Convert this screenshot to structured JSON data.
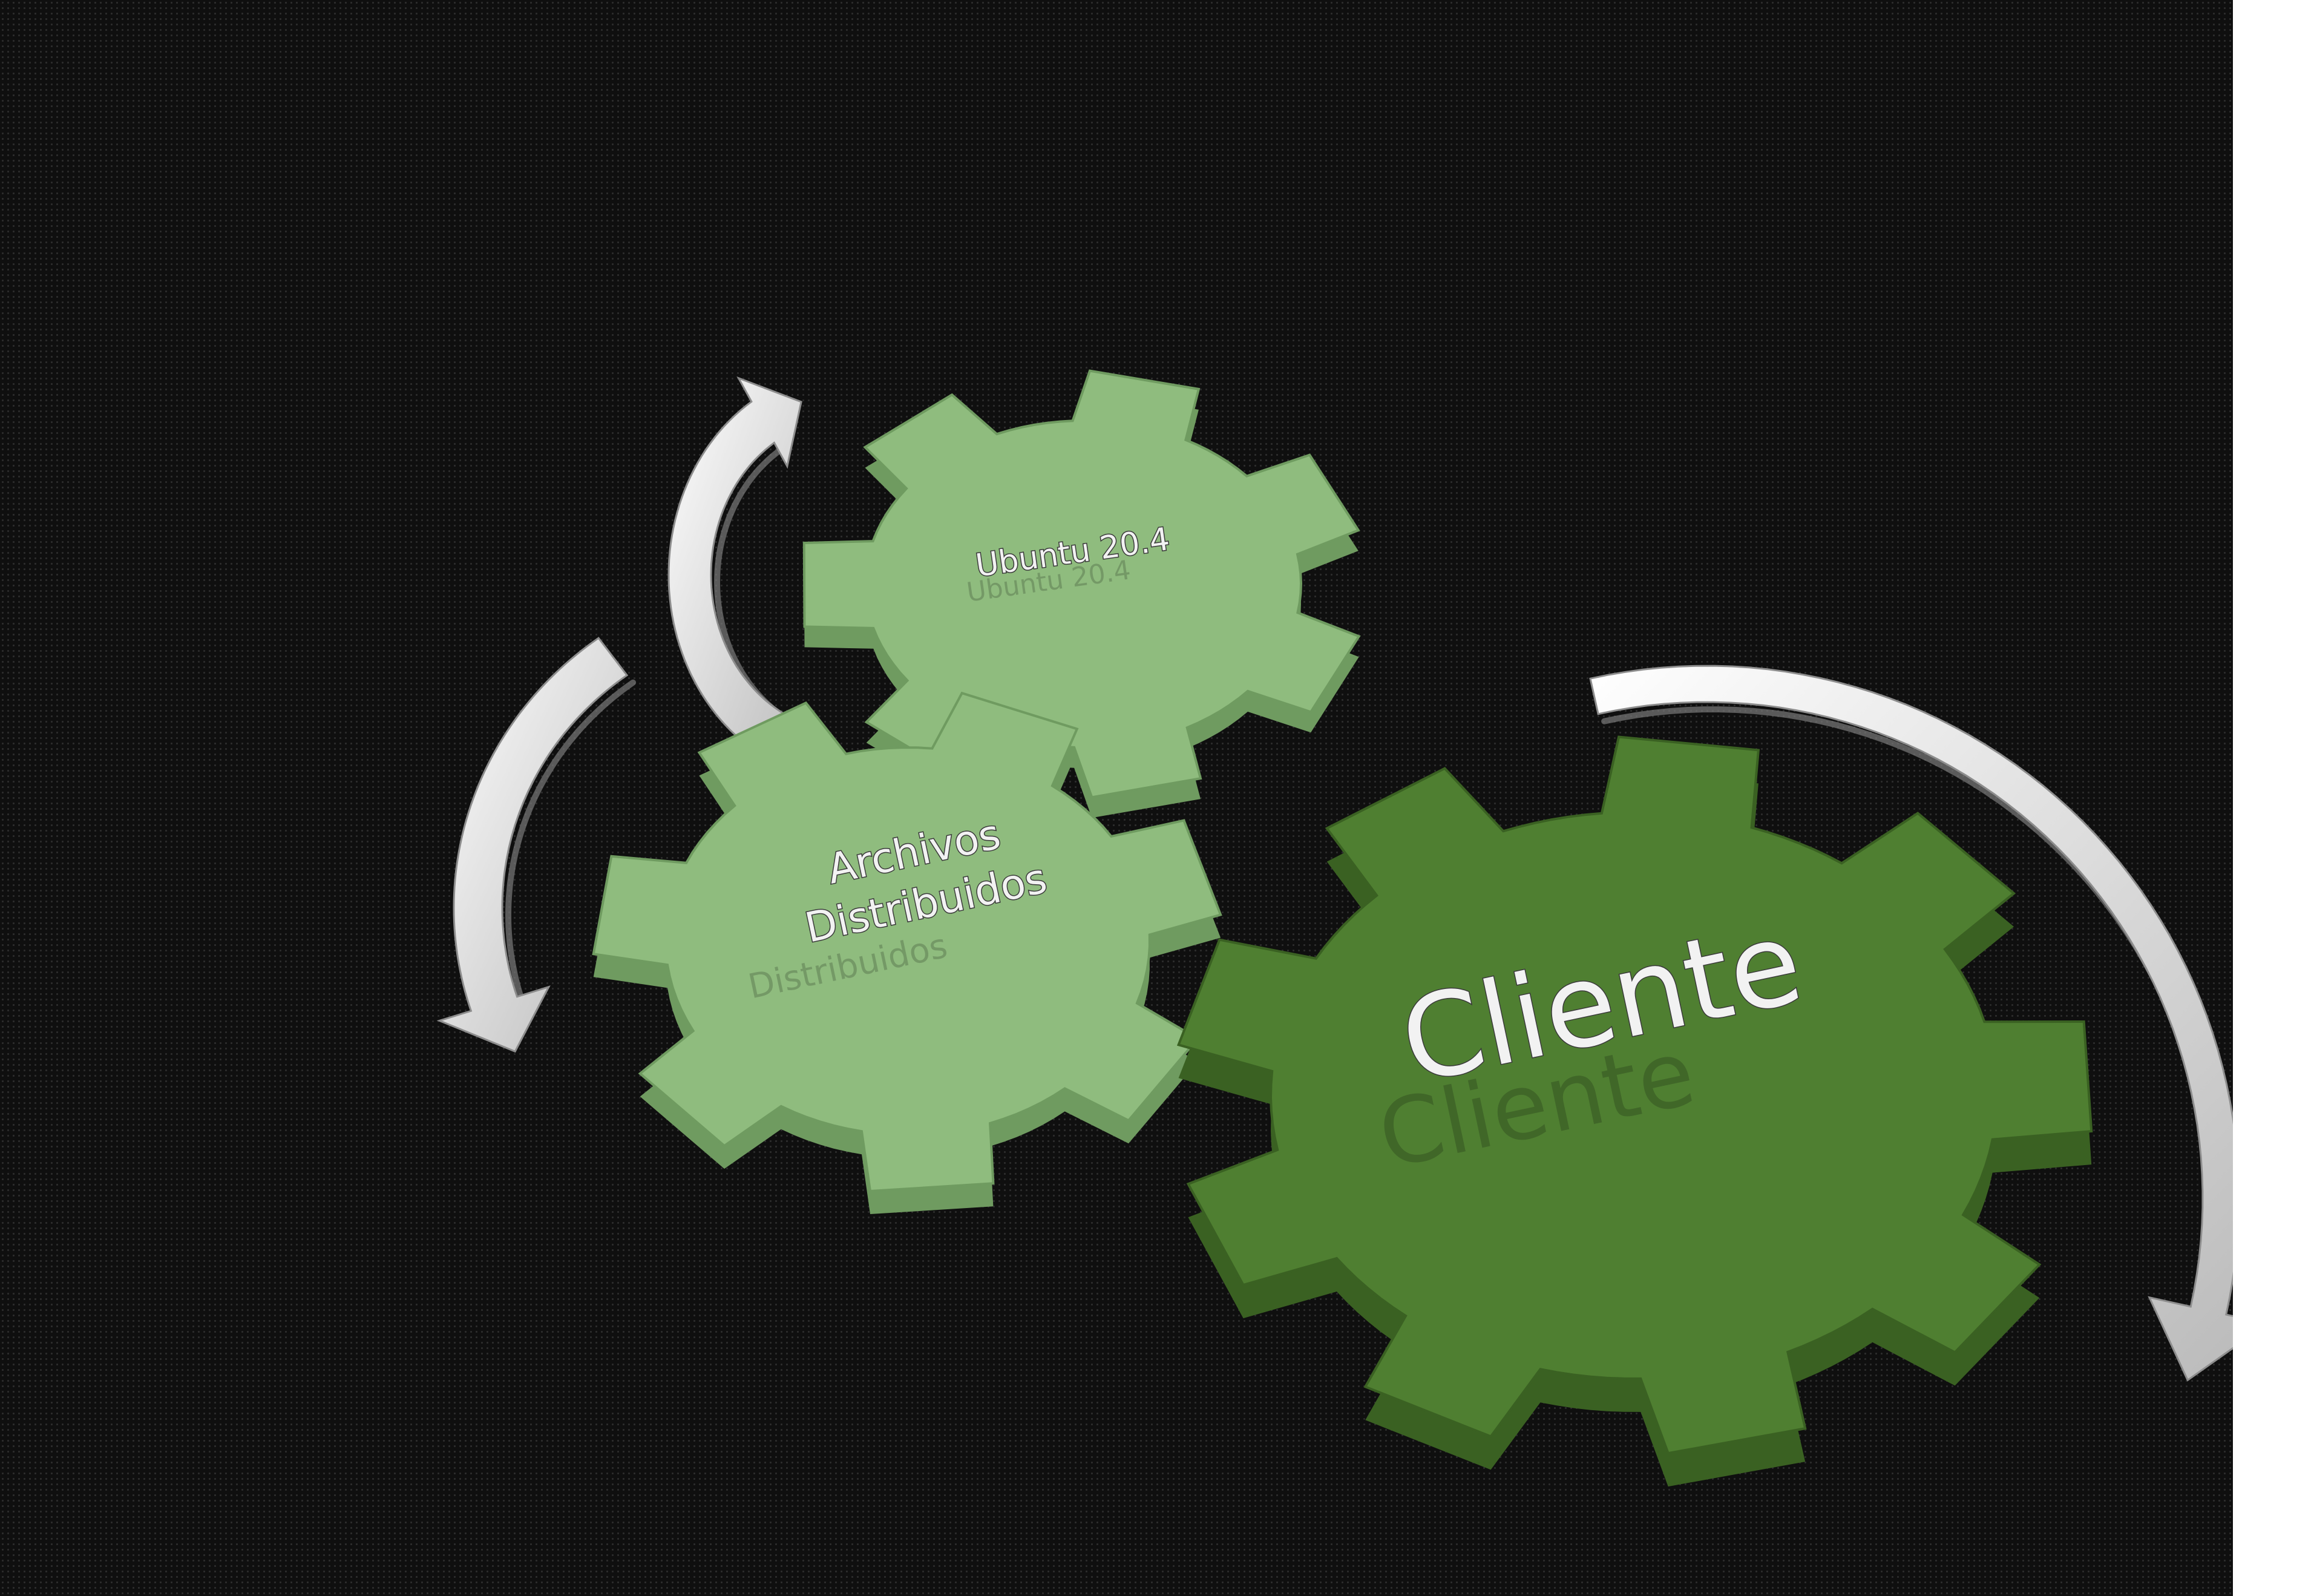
{
  "diagram": {
    "gears": [
      {
        "id": "ubuntu",
        "label_lines": [
          "Ubuntu 20.4"
        ],
        "color": "#8fbc7e",
        "side_color": "#6f9b60"
      },
      {
        "id": "archivos",
        "label_lines": [
          "Archivos",
          "Distribuidos"
        ],
        "color": "#8fbc7e",
        "side_color": "#6f9b60"
      },
      {
        "id": "cliente",
        "label_lines": [
          "Cliente"
        ],
        "color": "#4f7f31",
        "side_color": "#3a6122"
      }
    ],
    "arrow_color": "#e8e8e8",
    "background_color": "#0f0f0f"
  }
}
